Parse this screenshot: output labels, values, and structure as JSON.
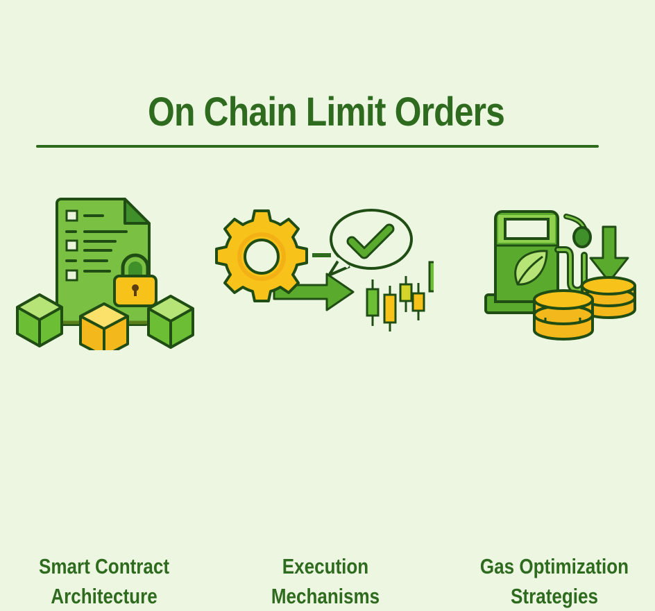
{
  "title": "On Chain Limit Orders",
  "colors": {
    "background": "#ecf6e1",
    "primary_green": "#2f6b1f",
    "icon_green": "#7ac143",
    "light_green": "#a8dc6a",
    "gold": "#f7c21a",
    "outline": "#1f4d14"
  },
  "pillars": [
    {
      "icon": "smart-contract-document-lock-blocks-icon",
      "label_line1": "Smart Contract",
      "label_line2": "Architecture"
    },
    {
      "icon": "gear-checkmark-candlestick-icon",
      "label_line1": "Execution",
      "label_line2": "Mechanisms"
    },
    {
      "icon": "gas-pump-leaf-coins-icon",
      "label_line1": "Gas Optimization",
      "label_line2": "Strategies"
    }
  ]
}
